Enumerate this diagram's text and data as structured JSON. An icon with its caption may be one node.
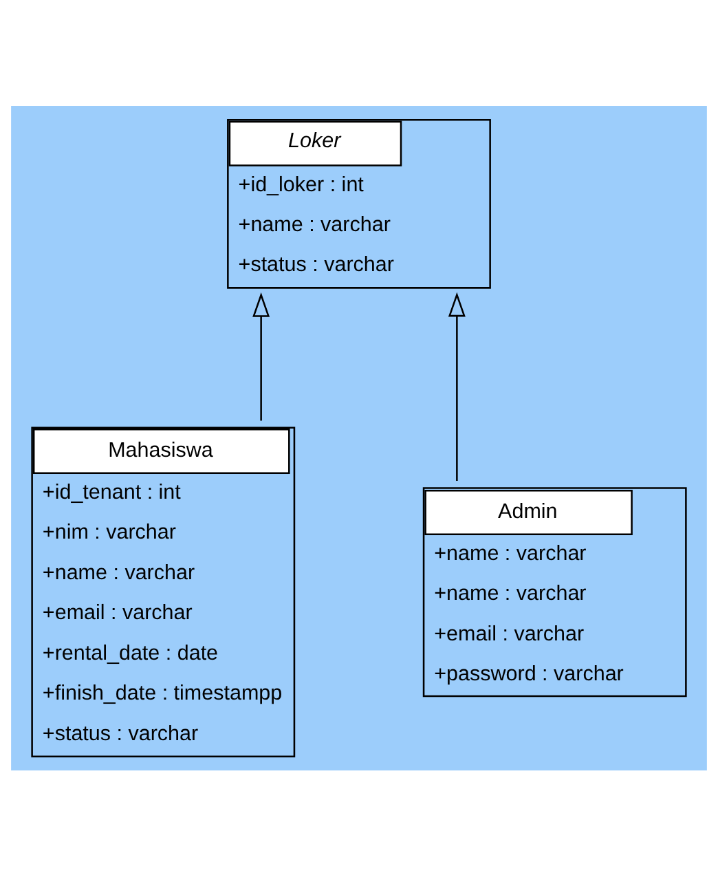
{
  "diagram": {
    "nodes": [
      {
        "text": [
          "Loker",
          "+id_loker : int",
          "+name : varchar",
          "+status : varchar"
        ]
      },
      {
        "text": [
          "Mahasiswa",
          "+id_tenant : int",
          "+nim : varchar",
          "+name : varchar",
          "+email : varchar",
          "+rental_date : date",
          "+finish_date : timestampp",
          "+status : varchar"
        ]
      },
      {
        "text": [
          "Admin",
          "+name : varchar",
          "+name : varchar",
          "+email : varchar",
          "+password : varchar"
        ]
      }
    ],
    "edges": [
      {
        "from": 1,
        "to": 0,
        "arrow": "to"
      },
      {
        "from": 2,
        "to": 0,
        "arrow": "to"
      }
    ]
  }
}
